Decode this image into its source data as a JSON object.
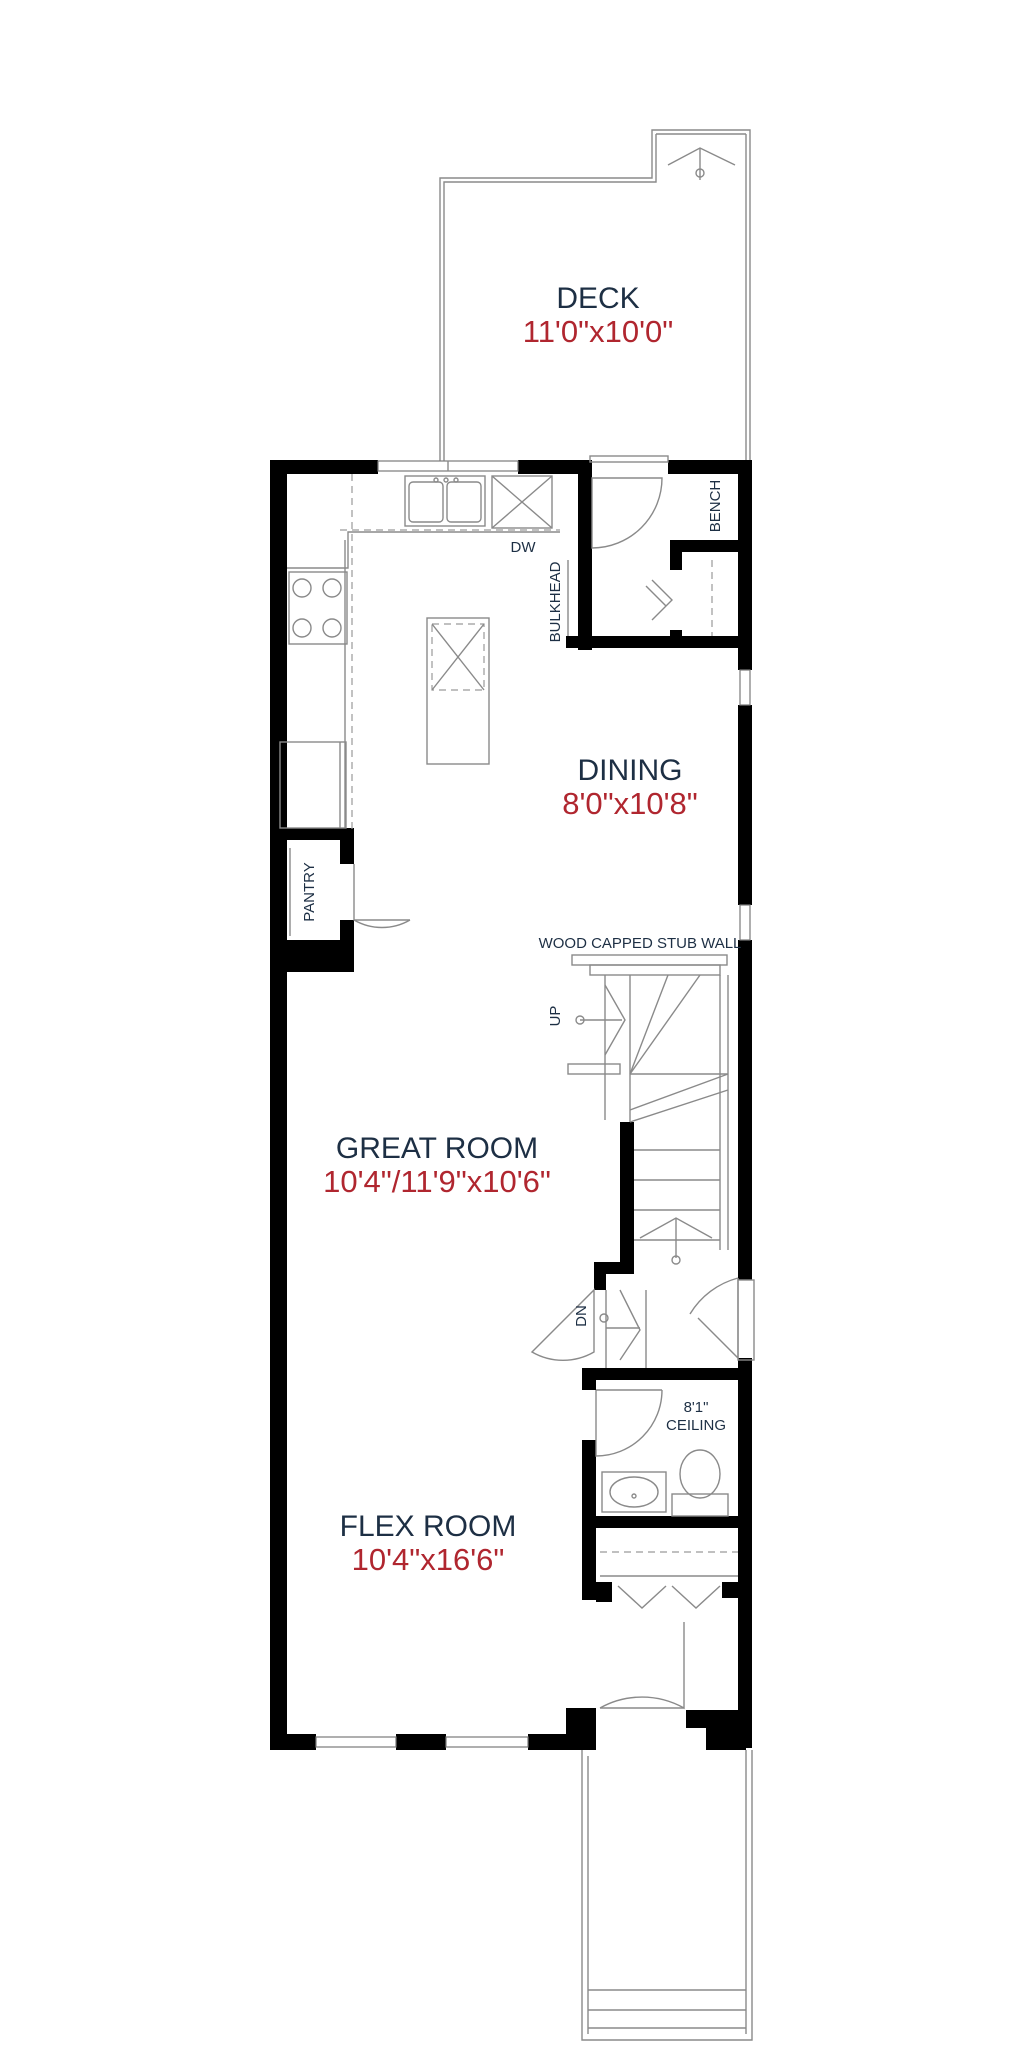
{
  "rooms": {
    "deck": {
      "name": "DECK",
      "dim": "11'0\"x10'0\""
    },
    "dining": {
      "name": "DINING",
      "dim": "8'0\"x10'8\""
    },
    "great_room": {
      "name": "GREAT ROOM",
      "dim": "10'4\"/11'9\"x10'6\""
    },
    "flex_room": {
      "name": "FLEX ROOM",
      "dim": "10'4\"x16'6\""
    }
  },
  "labels": {
    "dw": "DW",
    "bulkhead": "BULKHEAD",
    "bench": "BENCH",
    "pantry": "PANTRY",
    "stub_wall": "WOOD CAPPED STUB WALL",
    "up": "UP",
    "dn": "DN",
    "ceiling_height": "8'1\"",
    "ceiling": "CEILING"
  },
  "colors": {
    "room_name": "#1d2f44",
    "room_dim": "#b0262f",
    "wall": "#000000"
  }
}
